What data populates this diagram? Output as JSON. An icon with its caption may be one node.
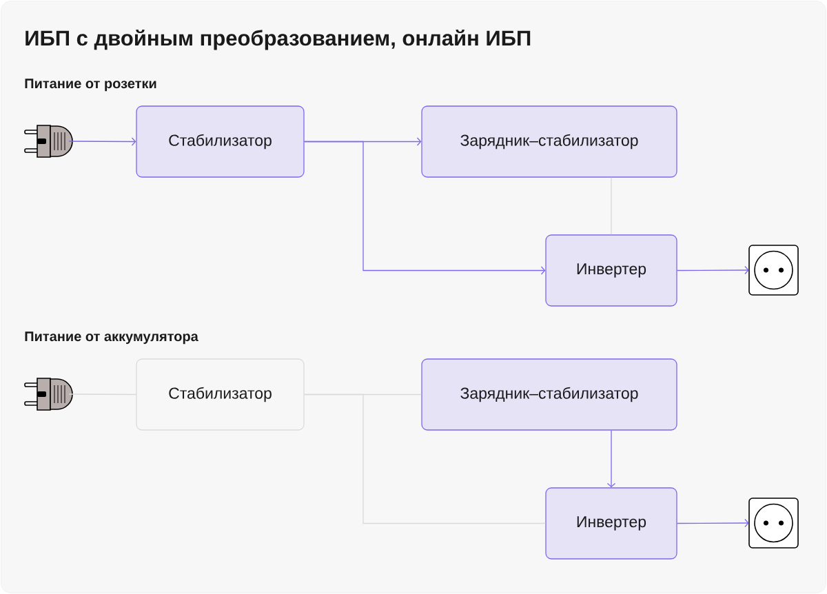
{
  "diagram": {
    "title": "ИБП с двойным преобразованием, онлайн ИБП",
    "nodes": [
      {
        "text": [],
        "shape": "picture"
      },
      {
        "text": [
          "Стабилизатор"
        ]
      },
      {
        "text": [
          "Зарядник–стабилизатор"
        ]
      },
      {
        "text": [
          "Инвертер"
        ]
      },
      {
        "text": [],
        "shape": "picture"
      },
      {
        "text": [],
        "shape": "picture"
      },
      {
        "text": [
          "Стабилизатор"
        ]
      },
      {
        "text": [
          "Зарядник–стабилизатор"
        ]
      },
      {
        "text": [
          "Инвертер"
        ]
      },
      {
        "text": [],
        "shape": "picture"
      }
    ],
    "edges": [
      {
        "from": 0,
        "to": 1,
        "arrow": "to"
      },
      {
        "from": 1,
        "to": 2,
        "arrow": "to"
      },
      {
        "from": 1,
        "to": 3,
        "arrow": "to"
      },
      {
        "from": 2,
        "to": 3,
        "arrow": "none",
        "color": "#d9d9d9"
      },
      {
        "from": 3,
        "to": 4,
        "arrow": "to"
      },
      {
        "from": 5,
        "to": 6,
        "arrow": "none",
        "color": "#d9d9d9"
      },
      {
        "from": 6,
        "to": 7,
        "arrow": "none",
        "color": "#d9d9d9"
      },
      {
        "from": 6,
        "to": 8,
        "arrow": "none",
        "color": "#d9d9d9"
      },
      {
        "from": 7,
        "to": 8,
        "arrow": "to"
      },
      {
        "from": 8,
        "to": 9,
        "arrow": "to"
      }
    ],
    "labels": [
      "Питание от розетки",
      "Питание от аккумулятора"
    ]
  }
}
